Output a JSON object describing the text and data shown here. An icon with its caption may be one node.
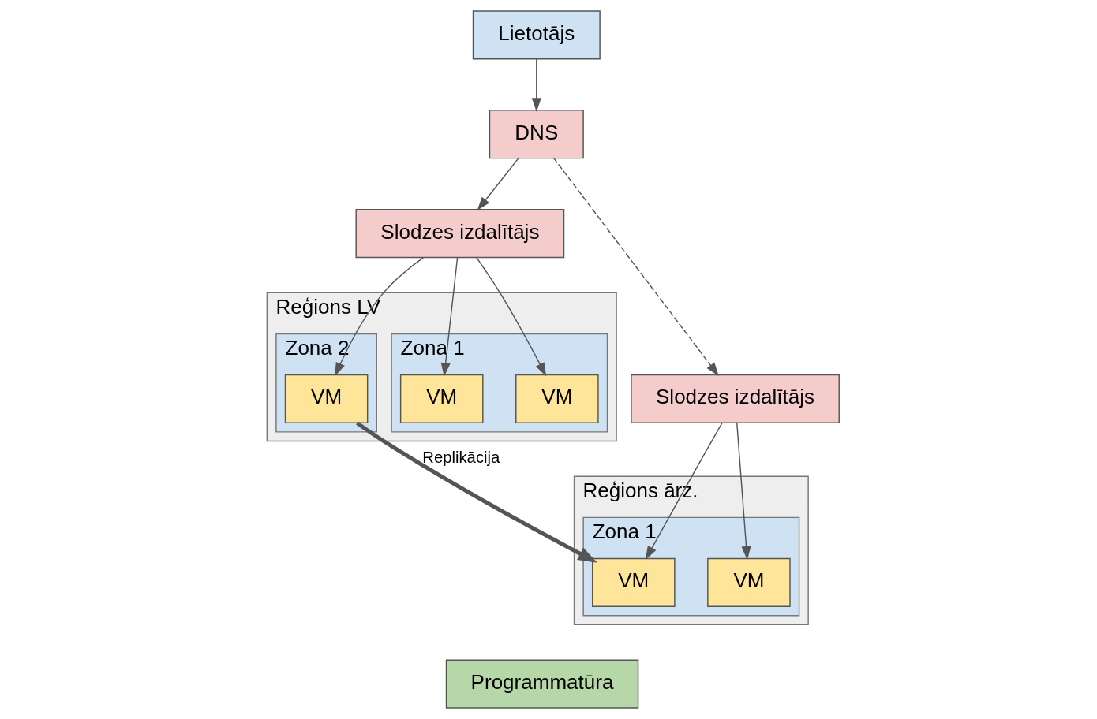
{
  "diagram": {
    "nodes": [
      {
        "text": [
          "Lietotājs"
        ]
      },
      {
        "text": [
          "DNS"
        ]
      },
      {
        "text": [
          "Slodzes izdalītājs"
        ]
      },
      {
        "text": [
          "Slodzes izdalītājs"
        ]
      },
      {
        "text": [
          "Reģions LV"
        ]
      },
      {
        "text": [
          "Zona 1"
        ],
        "in": 4
      },
      {
        "text": [
          "VM"
        ],
        "in": 5
      },
      {
        "text": [
          "VM"
        ],
        "in": 5
      },
      {
        "text": [
          "Zona 2"
        ],
        "in": 4
      },
      {
        "text": [
          "VM"
        ],
        "in": 8
      },
      {
        "text": [
          "Reģions ārz."
        ]
      },
      {
        "text": [
          "Zona 1"
        ],
        "in": 10
      },
      {
        "text": [
          "VM"
        ],
        "in": 11
      },
      {
        "text": [
          "VM"
        ],
        "in": 11
      },
      {
        "text": [
          "Programmatūra"
        ]
      }
    ],
    "edges": [
      {
        "from": 0,
        "to": 1,
        "arrow": "to"
      },
      {
        "from": 1,
        "to": 2,
        "arrow": "to"
      },
      {
        "from": 1,
        "to": 3,
        "arrow": "to",
        "style": "dashed"
      },
      {
        "from": 2,
        "to": 6,
        "arrow": "to"
      },
      {
        "from": 2,
        "to": 7,
        "arrow": "to"
      },
      {
        "from": 2,
        "to": 9,
        "arrow": "to"
      },
      {
        "from": 3,
        "to": 12,
        "arrow": "to"
      },
      {
        "from": 3,
        "to": 13,
        "arrow": "to"
      },
      {
        "from": 9,
        "to": 12,
        "arrow": "to",
        "style": "thick",
        "label": "Replikācija"
      }
    ]
  }
}
